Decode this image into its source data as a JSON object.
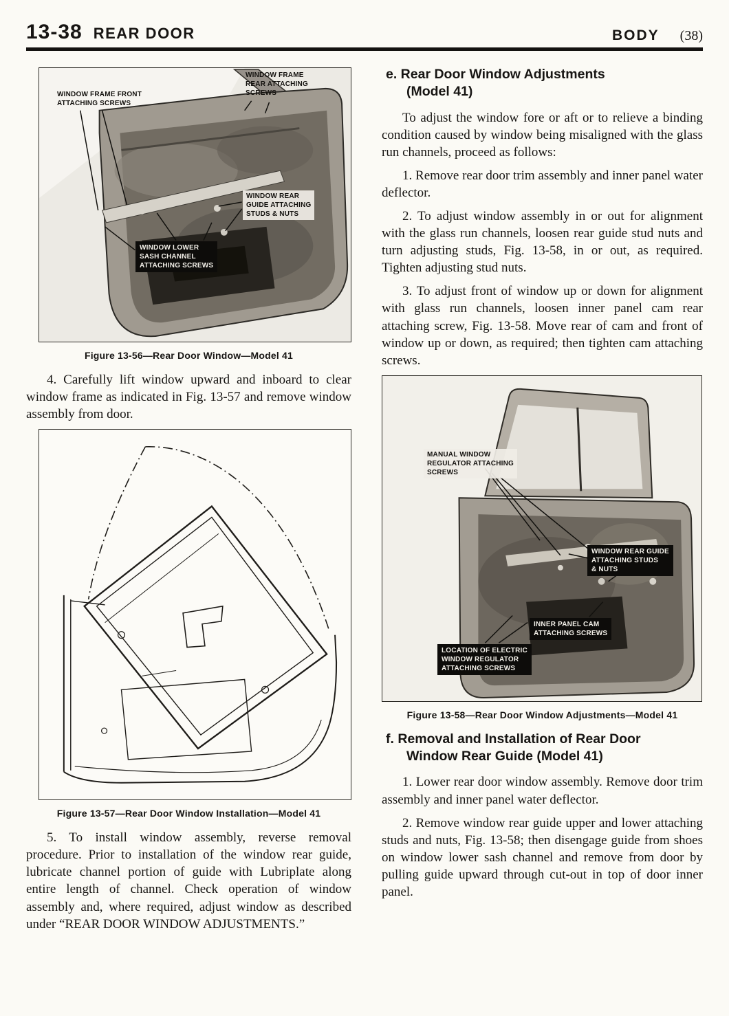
{
  "header": {
    "page_number": "13-38",
    "section_title": "REAR DOOR",
    "book_title": "BODY",
    "page_index": "(38)"
  },
  "left": {
    "fig56": {
      "label_front": "WINDOW FRAME FRONT\nATTACHING SCREWS",
      "label_rear": "WINDOW FRAME\nREAR ATTACHING\nSCREWS",
      "label_guide": "WINDOW REAR\nGUIDE ATTACHING\nSTUDS & NUTS",
      "label_sash": "WINDOW LOWER\nSASH CHANNEL\nATTACHING SCREWS",
      "caption": "Figure 13-56—Rear Door Window—Model 41"
    },
    "para4": "4. Carefully lift window upward and inboard to clear window frame as indicated in Fig. 13-57 and remove window assembly from door.",
    "fig57": {
      "caption": "Figure 13-57—Rear Door Window Installation—Model 41"
    },
    "para5": "5. To install window assembly, reverse removal procedure. Prior to installation of the window rear guide, lubricate channel portion of guide with Lubriplate along entire length of channel. Check operation of window assembly and, where required, adjust window as described under “REAR DOOR WINDOW ADJUSTMENTS.”"
  },
  "right": {
    "section_e": {
      "heading_line1": "e. Rear Door Window Adjustments",
      "heading_line2": "(Model 41)",
      "intro": "To adjust the window fore or aft or to relieve a binding condition caused by window being misaligned with the glass run channels, proceed as follows:",
      "step1": "1. Remove rear door trim assembly and inner panel water deflector.",
      "step2": "2. To adjust window assembly in or out for alignment with the glass run channels, loosen rear guide stud nuts and turn adjusting studs, Fig. 13-58, in or out, as required. Tighten adjusting stud nuts.",
      "step3": "3. To adjust front of window up or down for alignment with glass run channels, loosen inner panel cam rear attaching screw, Fig. 13-58. Move rear of cam and front of window up or down, as required; then tighten cam attaching screws."
    },
    "fig58": {
      "label_regulator": "MANUAL WINDOW\nREGULATOR ATTACHING\nSCREWS",
      "label_guide": "WINDOW REAR GUIDE\nATTACHING STUDS\n& NUTS",
      "label_cam": "INNER PANEL CAM\nATTACHING SCREWS",
      "label_electric": "LOCATION OF ELECTRIC\nWINDOW REGULATOR\nATTACHING SCREWS",
      "caption": "Figure 13-58—Rear Door Window Adjustments—Model 41"
    },
    "section_f": {
      "heading_line1": "f. Removal and Installation of Rear Door",
      "heading_line2": "Window Rear Guide (Model 41)",
      "step1": "1. Lower rear door window assembly. Remove door trim assembly and inner panel water deflector.",
      "step2": "2. Remove window rear guide upper and lower attaching studs and nuts, Fig. 13-58; then disengage guide from shoes on window lower sash channel and remove from door by pulling guide upward through cut-out in top of door inner panel."
    }
  }
}
